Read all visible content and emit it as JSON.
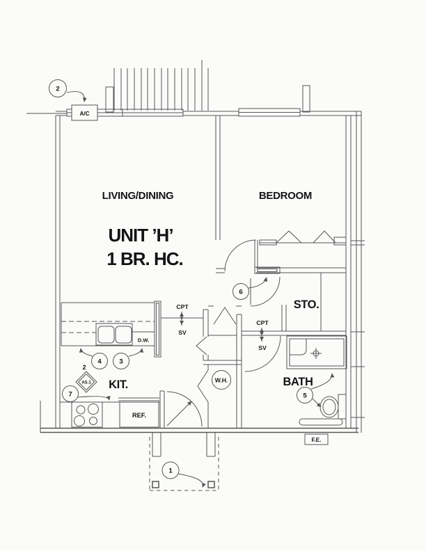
{
  "page": {
    "paper": "#fbfbf9",
    "ink": "#565656",
    "text_ink": "#141414"
  },
  "labels": {
    "living_dining": "LIVING/DINING",
    "unit_title_line1": "UNIT ’H’",
    "unit_title_line2": "1 BR. HC.",
    "bedroom": "BEDROOM",
    "storage": "STO.",
    "bath": "BATH",
    "kitchen": "KIT.",
    "refrigerator": "REF.",
    "dishwasher": "D.W.",
    "water_heater": "W.H.",
    "air_conditioner": "A/C",
    "fire_extinguisher": "F.E.",
    "carpet": "CPT",
    "sheet_vinyl": "SV"
  },
  "callouts": {
    "keynote_1": "1",
    "keynote_2": "2",
    "keynote_3": "3",
    "keynote_4": "4",
    "keynote_5": "5",
    "keynote_6": "6",
    "keynote_7": "7",
    "detail_number": "2",
    "detail_sheet": "A5.1"
  }
}
